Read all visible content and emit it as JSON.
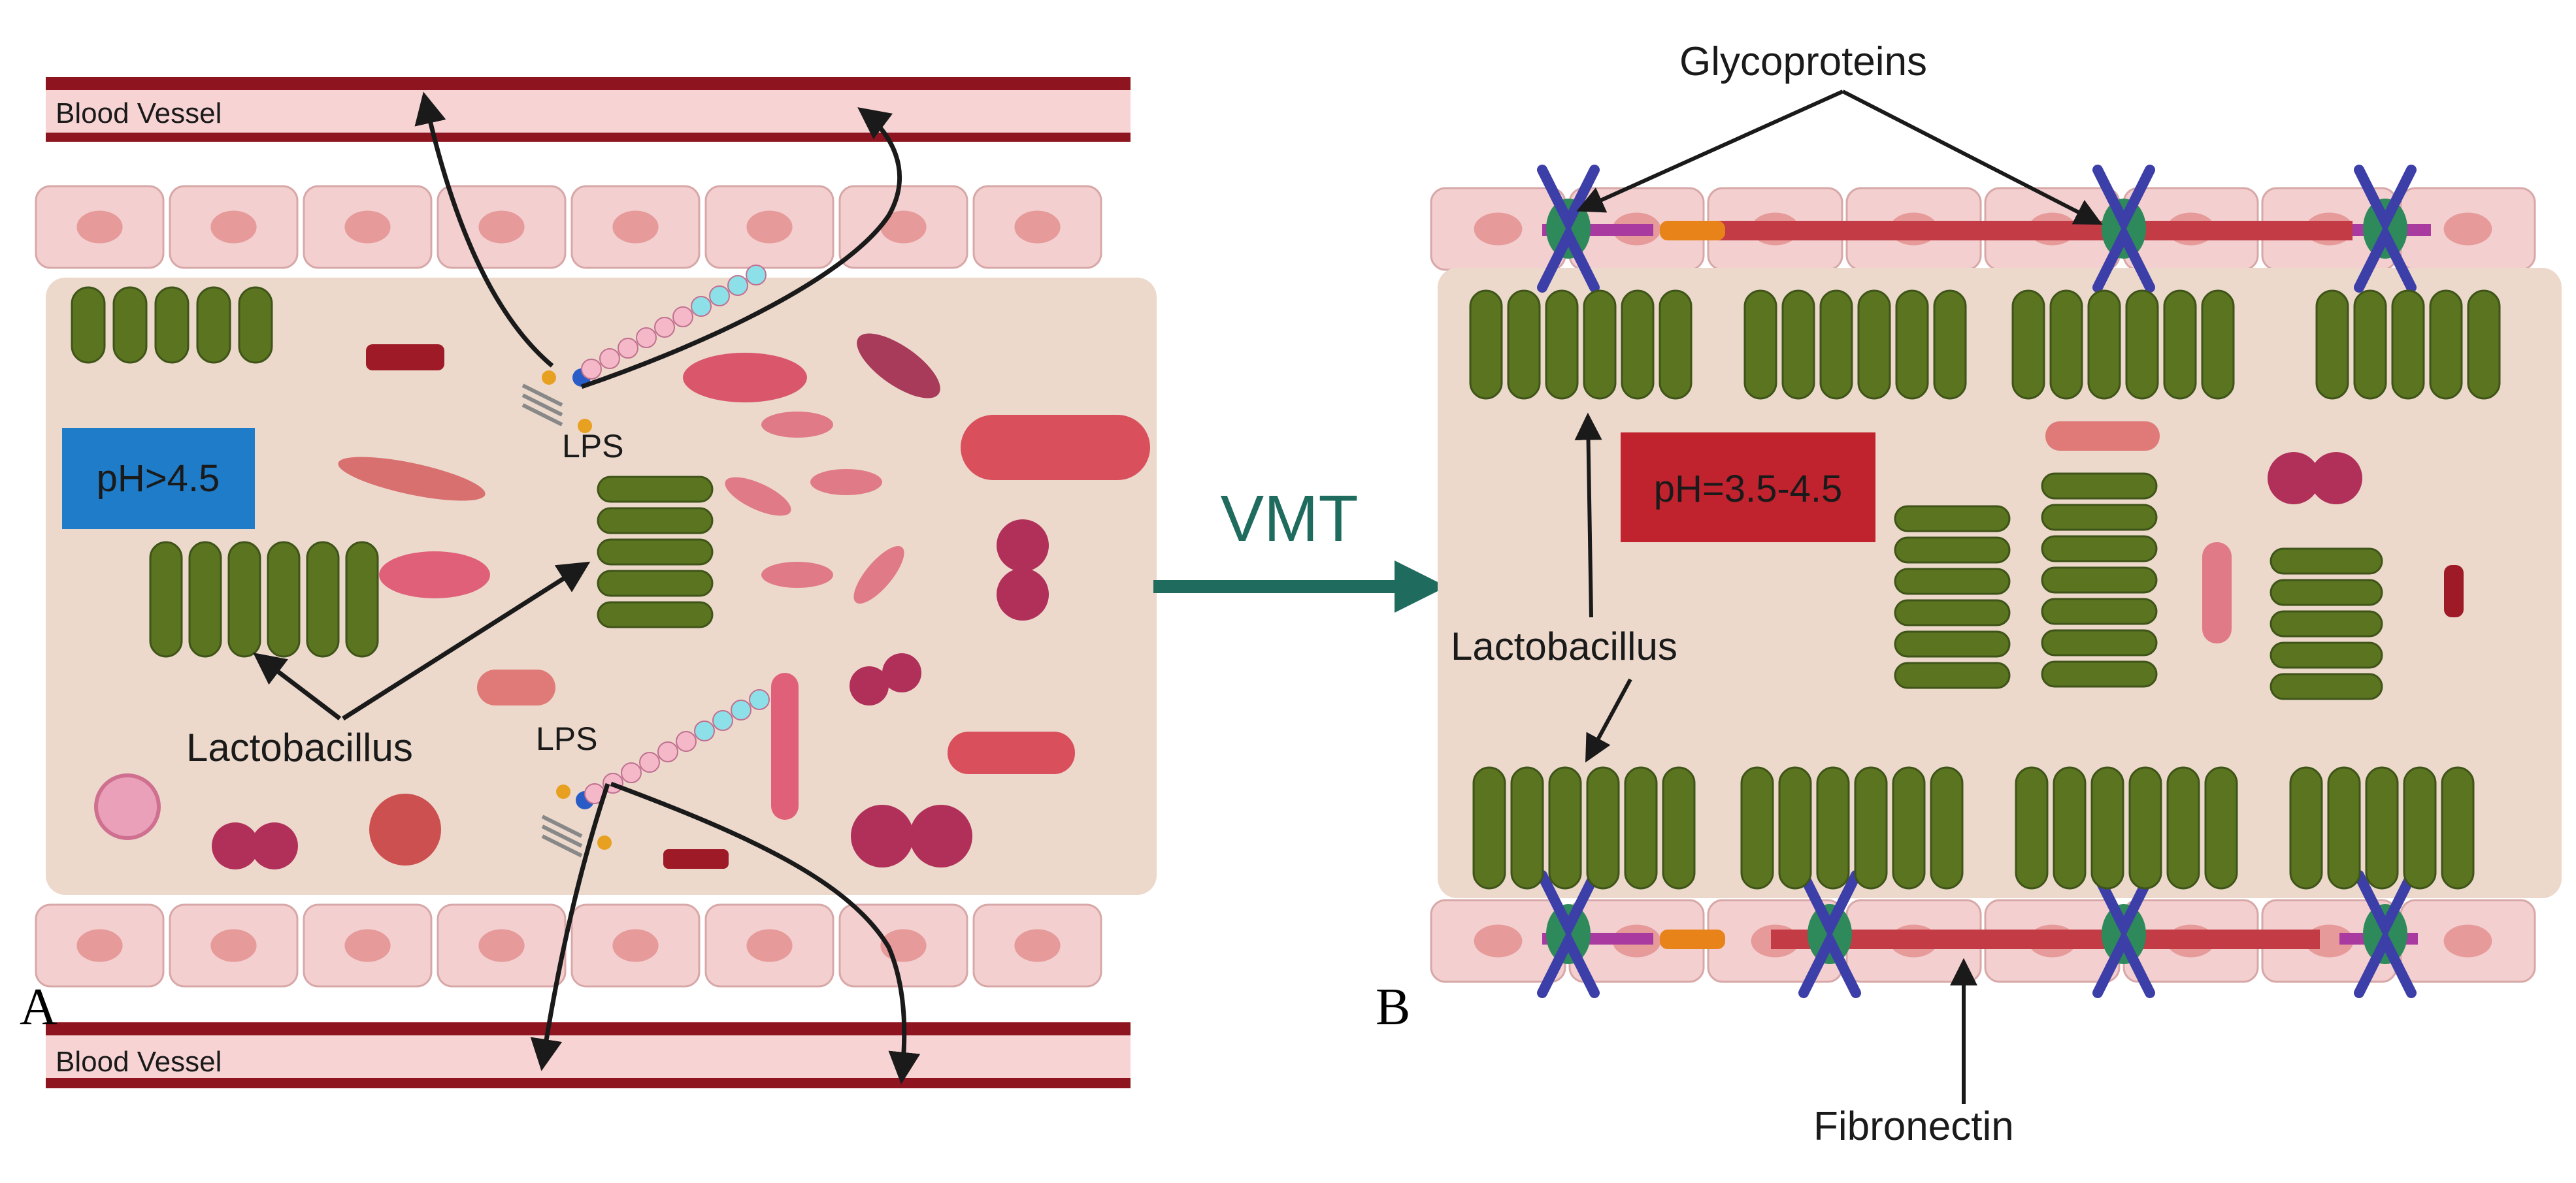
{
  "panel_a": {
    "letter": "A",
    "blood_vessel_top": "Blood Vessel",
    "blood_vessel_bottom": "Blood Vessel",
    "ph_label": "pH>4.5",
    "lps_top": "LPS",
    "lps_bottom": "LPS",
    "lactobacillus_label": "Lactobacillus"
  },
  "transition": {
    "label": "VMT"
  },
  "panel_b": {
    "letter": "B",
    "glycoproteins_label": "Glycoproteins",
    "ph_label": "pH=3.5-4.5",
    "lactobacillus_label": "Lactobacillus",
    "fibronectin_label": "Fibronectin"
  },
  "colors": {
    "vessel_wall": "#8e1420",
    "vessel_lumen": "#f7d3d3",
    "epithelial_cell": "#f3cfcf",
    "epithelial_nucleus": "#e69a9a",
    "tissue_background": "#ecd9cc",
    "lactobacillus": "#5a7420",
    "ph_high_box": "#1e7cc8",
    "ph_low_box": "#c0222e",
    "arrow_teal": "#1f6b5e",
    "glycoprotein": "#3d3fa8",
    "fibronectin": "#c33b45"
  }
}
